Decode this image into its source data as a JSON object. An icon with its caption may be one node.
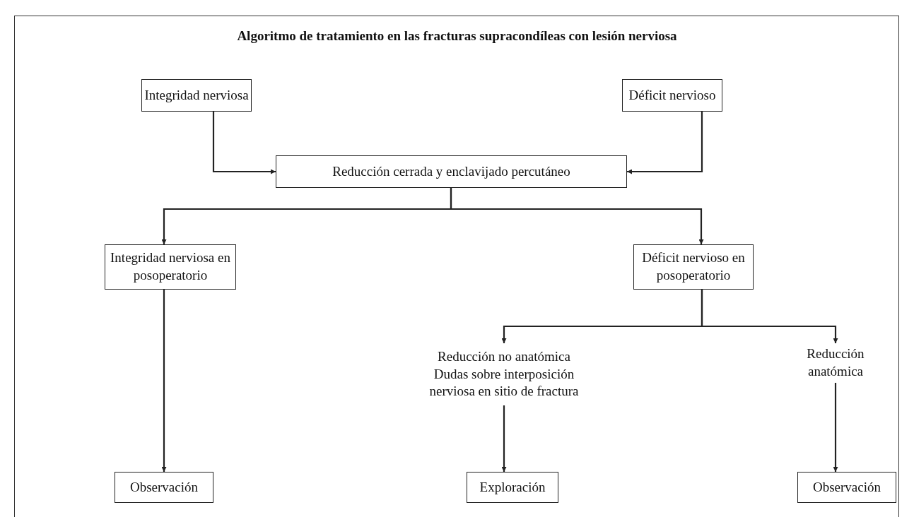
{
  "diagram": {
    "title": "Algoritmo de tratamiento en las fracturas supracondíleas con lesión nerviosa",
    "nodes": [
      {
        "text": [
          "Integridad nerviosa"
        ]
      },
      {
        "text": [
          "Déficit nervioso"
        ]
      },
      {
        "text": [
          "Reducción cerrada y enclavijado percutáneo"
        ]
      },
      {
        "text": [
          "Integridad nerviosa en posoperatorio"
        ]
      },
      {
        "text": [
          "Déficit nervioso en posoperatorio"
        ]
      },
      {
        "text": [
          "Reducción no anatómica",
          "Dudas sobre interposición nerviosa en sitio de fractura"
        ]
      },
      {
        "text": [
          "Reducción anatómica"
        ]
      },
      {
        "text": [
          "Observación"
        ]
      },
      {
        "text": [
          "Exploración"
        ]
      },
      {
        "text": [
          "Observación"
        ]
      }
    ],
    "edges": [
      {
        "from": 0,
        "to": 2,
        "arrow": "to"
      },
      {
        "from": 1,
        "to": 2,
        "arrow": "to"
      },
      {
        "from": 2,
        "to": 3,
        "arrow": "to"
      },
      {
        "from": 2,
        "to": 4,
        "arrow": "to"
      },
      {
        "from": 4,
        "to": 5,
        "arrow": "to"
      },
      {
        "from": 4,
        "to": 6,
        "arrow": "to"
      },
      {
        "from": 3,
        "to": 7,
        "arrow": "to"
      },
      {
        "from": 5,
        "to": 8,
        "arrow": "to"
      },
      {
        "from": 6,
        "to": 9,
        "arrow": "to"
      }
    ]
  }
}
